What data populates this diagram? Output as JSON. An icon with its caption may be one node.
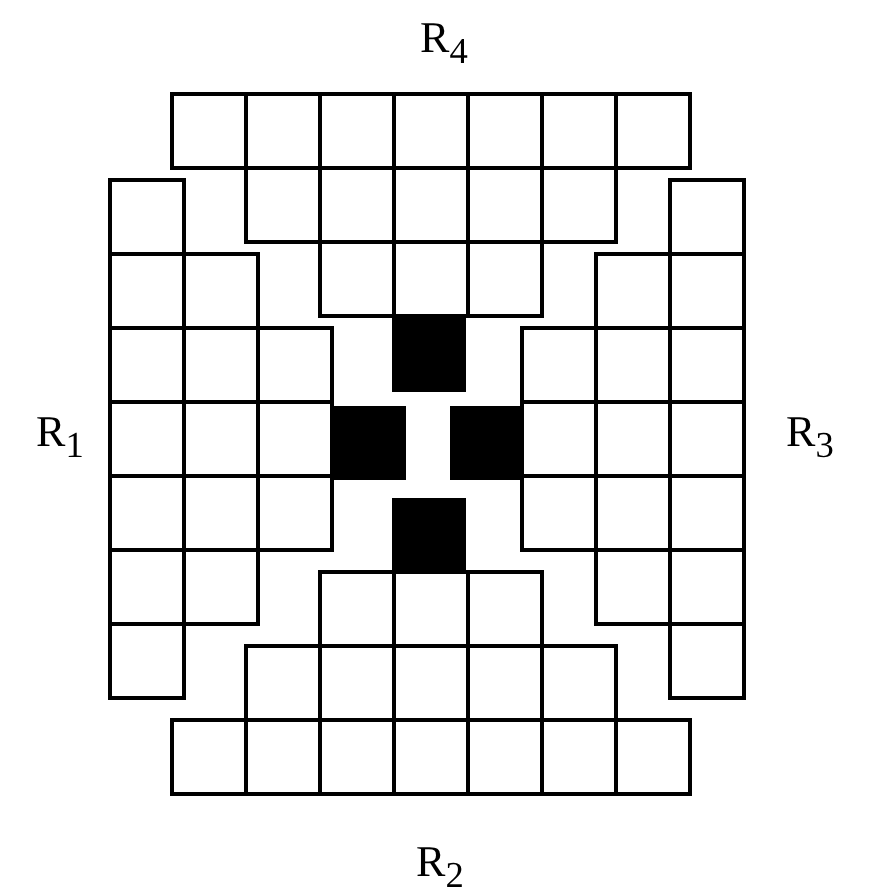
{
  "diagram": {
    "labels": [
      "R$_{4}$",
      "R$_{1}$",
      "R$_{3}$",
      "R$_{2}$"
    ]
  }
}
